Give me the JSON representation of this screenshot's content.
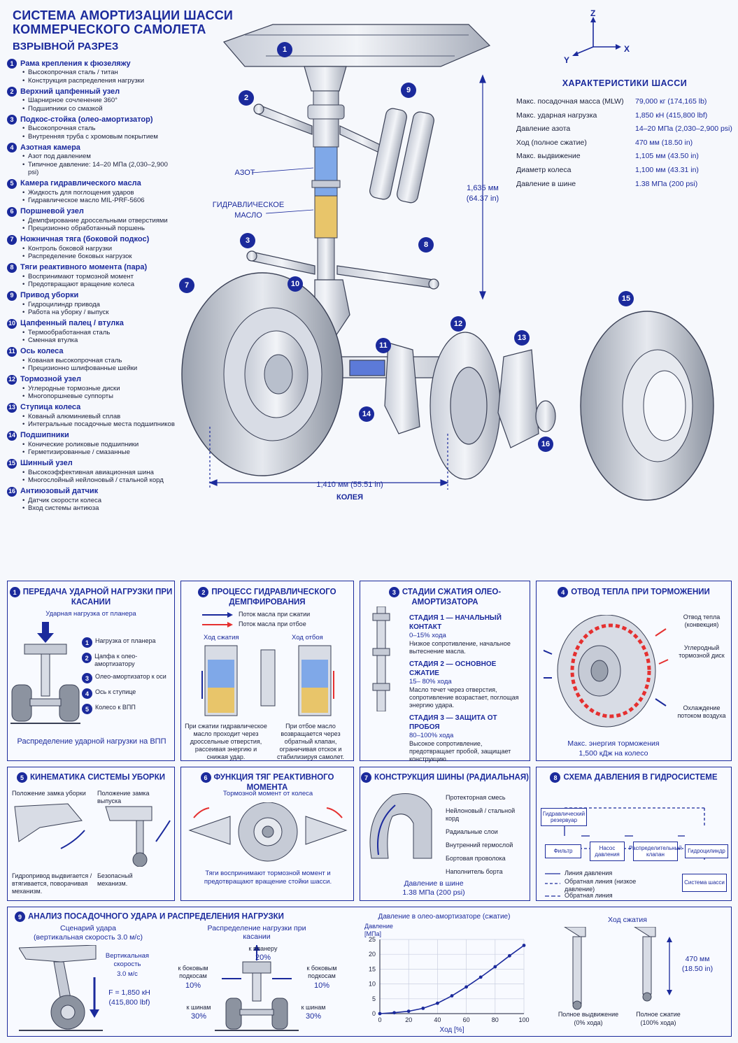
{
  "title": "СИСТЕМА АМОРТИЗАЦИИ ШАССИ КОММЕРЧЕСКОГО САМОЛЕТА",
  "subtitle": "ВЗРЫВНОЙ РАЗРЕЗ",
  "axes": {
    "z": "Z",
    "y": "Y",
    "x": "X"
  },
  "legend": [
    {
      "n": "1",
      "title": "Рама крепления к фюзеляжу",
      "items": [
        "Высокопрочная сталь / титан",
        "Конструкция распределения нагрузки"
      ]
    },
    {
      "n": "2",
      "title": "Верхний цапфенный узел",
      "items": [
        "Шарнирное сочленение 360°",
        "Подшипники со смазкой"
      ]
    },
    {
      "n": "3",
      "title": "Подкос-стойка (олео-амортизатор)",
      "items": [
        "Высокопрочная сталь",
        "Внутренняя труба с хромовым покрытием"
      ]
    },
    {
      "n": "4",
      "title": "Азотная камера",
      "items": [
        "Азот под давлением",
        "Типичное давление: 14–20 МПа (2,030–2,900 psi)"
      ]
    },
    {
      "n": "5",
      "title": "Камера гидравлического масла",
      "items": [
        "Жидкость для поглощения ударов",
        "Гидравлическое масло MIL-PRF-5606"
      ]
    },
    {
      "n": "6",
      "title": "Поршневой узел",
      "items": [
        "Демпфирование дроссельными отверстиями",
        "Прецизионно обработанный поршень"
      ]
    },
    {
      "n": "7",
      "title": "Ножничная тяга (боковой подкос)",
      "items": [
        "Контроль боковой нагрузки",
        "Распределение боковых нагрузок"
      ]
    },
    {
      "n": "8",
      "title": "Тяги реактивного момента (пара)",
      "items": [
        "Воспринимают тормозной момент",
        "Предотвращают вращение колеса"
      ]
    },
    {
      "n": "9",
      "title": "Привод уборки",
      "items": [
        "Гидроцилиндр привода",
        "Работа на уборку / выпуск"
      ]
    },
    {
      "n": "10",
      "title": "Цапфенный палец / втулка",
      "items": [
        "Термообработанная сталь",
        "Сменная втулка"
      ]
    },
    {
      "n": "11",
      "title": "Ось колеса",
      "items": [
        "Кованая высокопрочная сталь",
        "Прецизионно шлифованные шейки"
      ]
    },
    {
      "n": "12",
      "title": "Тормозной узел",
      "items": [
        "Углеродные тормозные диски",
        "Многопоршневые суппорты"
      ]
    },
    {
      "n": "13",
      "title": "Ступица колеса",
      "items": [
        "Кованый алюминиевый сплав",
        "Интегральные посадочные места подшипников"
      ]
    },
    {
      "n": "14",
      "title": "Подшипники",
      "items": [
        "Конические роликовые подшипники",
        "Герметизированные / смазанные"
      ]
    },
    {
      "n": "15",
      "title": "Шинный узел",
      "items": [
        "Высокоэффективная авиационная шина",
        "Многослойный нейлоновый / стальной корд"
      ]
    },
    {
      "n": "16",
      "title": "Антиюзовый датчик",
      "items": [
        "Датчик скорости колеса",
        "Вход системы антиюза"
      ]
    }
  ],
  "specs": {
    "title": "ХАРАКТЕРИСТИКИ  ШАССИ",
    "rows": [
      {
        "k": "Макс. посадочная масса (MLW)",
        "v": "79,000 кг (174,165 lb)"
      },
      {
        "k": "Макс. ударная нагрузка",
        "v": "1,850 кН (415,800 lbf)"
      },
      {
        "k": "Давление азота",
        "v": "14–20 МПа (2,030–2,900 psi)"
      },
      {
        "k": "Ход (полное сжатие)",
        "v": "470 мм (18.50 in)"
      },
      {
        "k": "Макс. выдвижение",
        "v": "1,105 мм (43.50 in)"
      },
      {
        "k": "Диаметр колеса",
        "v": "1,100 мм (43.31 in)"
      },
      {
        "k": "Давление в шине",
        "v": "1.38 МПа (200 psi)"
      }
    ]
  },
  "main": {
    "nitrogen_label": "АЗОТ",
    "oil_label": "ГИДРАВЛИЧЕСКОЕ МАСЛО",
    "height_dim": "1,635 мм",
    "height_dim_in": "(64.37 in)",
    "track_dim": "1,410 мм (55.51 in)",
    "track_label": "КОЛЕЯ"
  },
  "colors": {
    "accent": "#1b2a9c",
    "nitrogen": "#7fa8e8",
    "oil": "#e8c56a",
    "heat": "#e53030"
  },
  "panel1": {
    "n": "1",
    "title": "ПЕРЕДАЧА УДАРНОЙ НАГРУЗКИ ПРИ КАСАНИИ",
    "top_label": "Ударная нагрузка от планера",
    "steps": [
      "Нагрузка от планера",
      "Цапфа к олео-амортизатору",
      "Олео-амортизатор к оси",
      "Ось к ступице",
      "Колесо к ВПП"
    ],
    "footer": "Распределение ударной нагрузки на ВПП"
  },
  "panel2": {
    "n": "2",
    "title": "ПРОЦЕСС ГИДРАВЛИЧЕСКОГО ДЕМПФИРОВАНИЯ",
    "legend_comp": "Поток масла при сжатии",
    "legend_reb": "Поток масла при отбое",
    "comp_label": "Ход сжатия",
    "reb_label": "Ход отбоя",
    "comp_text": "При сжатии гидравлическое масло проходит через дроссельные отверстия, рассеивая энергию и снижая удар.",
    "reb_text": "При отбое масло возвращается через обратный клапан, ограничивая отскок и стабилизируя самолет."
  },
  "panel3": {
    "n": "3",
    "title": "СТАДИИ СЖАТИЯ ОЛЕО-АМОРТИЗАТОРА",
    "stages": [
      {
        "h": "СТАДИЯ 1 — НАЧАЛЬНЫЙ КОНТАКТ",
        "p": "0–15% хода",
        "d": "Низкое сопротивление, начальное вытеснение масла."
      },
      {
        "h": "СТАДИЯ 2 — ОСНОВНОЕ СЖАТИЕ",
        "p": "15– 80% хода",
        "d": "Масло течет через отверстия, сопротивление возрастает, поглощая энергию удара."
      },
      {
        "h": "СТАДИЯ 3 — ЗАЩИТА ОТ ПРОБОЯ",
        "p": "80–100% хода",
        "d": "Высокое сопротивление, предотвращает пробой, защищает конструкцию."
      }
    ]
  },
  "panel4": {
    "n": "4",
    "title": "ОТВОД ТЕПЛА ПРИ ТОРМОЖЕНИИ",
    "heat_out": "Отвод тепла (конвекция)",
    "disc": "Углеродный тормозной диск",
    "cooling": "Охлаждение потоком воздуха",
    "energy": "Макс. энергия торможения",
    "energy_val": "1,500 кДж на колесо"
  },
  "panel5": {
    "n": "5",
    "title": "КИНЕМАТИКА СИСТЕМЫ УБОРКИ",
    "lock_up": "Положение замка уборки",
    "lock_down": "Положение замка выпуска",
    "actuator": "Гидропривод выдвигается / втягивается, поворачивая механизм.",
    "safe": "Безопасный механизм."
  },
  "panel6": {
    "n": "6",
    "title": "ФУНКЦИЯ ТЯГ РЕАКТИВНОГО МОМЕНТА",
    "torque": "Тормозной момент от колеса",
    "desc": "Тяги воспринимают тормозной момент и предотвращают вращение стойки шасси."
  },
  "panel7": {
    "n": "7",
    "title": "КОНСТРУКЦИЯ ШИНЫ (РАДИАЛЬНАЯ)",
    "layers": [
      "Протекторная смесь",
      "Нейлоновый / стальной корд",
      "Радиальные слои",
      "Внутренний гермослой",
      "Бортовая проволока",
      "Наполнитель борта"
    ],
    "pressure": "Давление в шине",
    "pressure_val": "1.38 МПа (200 psi)"
  },
  "panel8": {
    "n": "8",
    "title": "СХЕМА ДАВЛЕНИЯ В ГИДРОСИСТЕМЕ",
    "boxes": [
      "Гидравлический резервуар",
      "Фильтр",
      "Насос давления",
      "Распределительный клапан",
      "Гидроцилиндр",
      "Система шасси"
    ],
    "leg_pressure": "Линия давления",
    "leg_return": "Обратная линия (низкое давление)",
    "leg_return2": "Обратная линия"
  },
  "panel9": {
    "n": "9",
    "title": "АНАЛИЗ ПОСАДОЧНОГО УДАРА И РАСПРЕДЕЛЕНИЯ НАГРУЗКИ",
    "scenario": "Сценарий удара",
    "scenario_sub": "(вертикальная скорость 3.0 м/с)",
    "vs_label": "Вертикальная скорость",
    "vs_val": "3.0 м/с",
    "force": "F = 1,850 кН",
    "force_lbf": "(415,800 lbf)",
    "dist_title": "Распределение нагрузки при касании",
    "to_airframe": "к планеру",
    "to_airframe_pct": "20%",
    "to_side_l": "к боковым подкосам",
    "to_side_l_pct": "10%",
    "to_side_r": "к боковым подкосам",
    "to_side_r_pct": "10%",
    "to_tires_l": "к шинам",
    "to_tires_l_pct": "30%",
    "to_tires_r": "к шинам",
    "to_tires_r_pct": "30%",
    "stroke_title": "Ход сжатия",
    "stroke_val": "470 мм",
    "stroke_in": "(18.50 in)",
    "ext": "Полное выдвижение",
    "ext_pct": "(0% хода)",
    "comp": "Полное сжатие",
    "comp_pct": "(100% хода)"
  },
  "chart_data": {
    "type": "line",
    "title": "Давление в олео-амортизаторе (сжатие)",
    "xlabel": "Ход [%]",
    "ylabel": "Давление [МПа]",
    "x": [
      0,
      10,
      20,
      30,
      40,
      50,
      60,
      70,
      80,
      90,
      100
    ],
    "y": [
      0,
      0.3,
      0.8,
      1.8,
      3.5,
      6.0,
      9.0,
      12.3,
      15.8,
      19.5,
      23.0
    ],
    "xticks": [
      0,
      20,
      40,
      60,
      80,
      100
    ],
    "yticks": [
      0,
      5,
      10,
      15,
      20,
      25
    ],
    "xlim": [
      0,
      100
    ],
    "ylim": [
      0,
      25
    ],
    "grid": true
  }
}
